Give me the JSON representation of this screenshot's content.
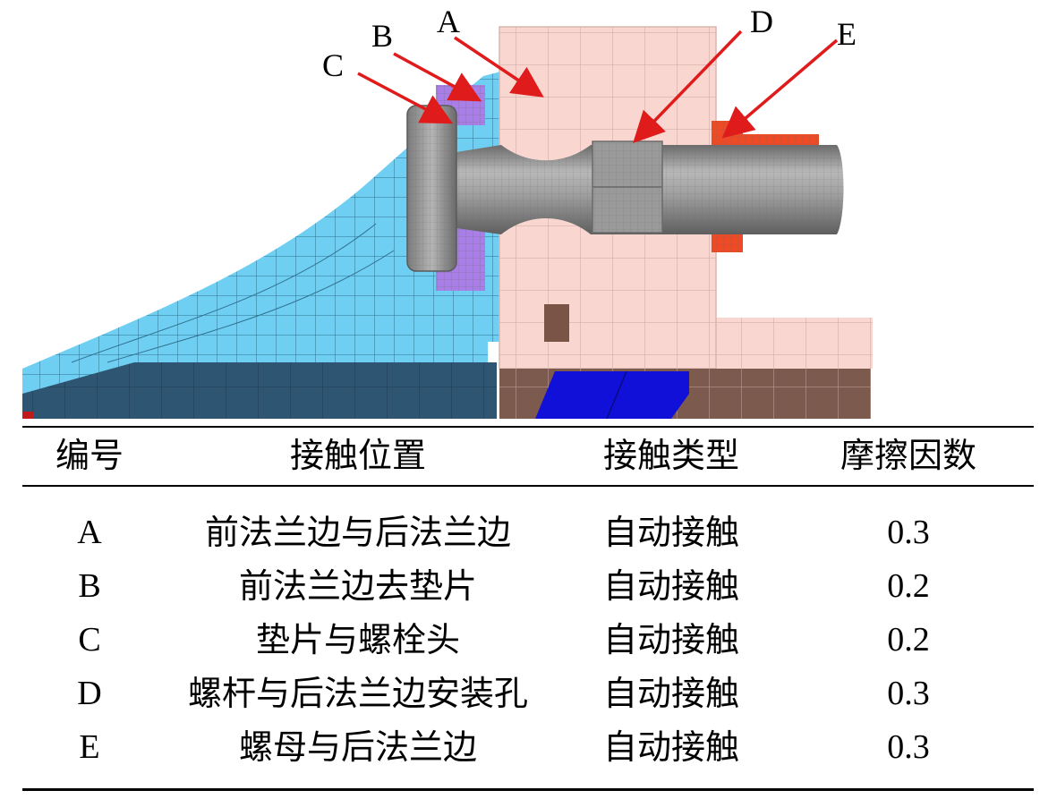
{
  "figure": {
    "callouts": [
      {
        "id": "A",
        "label": "A"
      },
      {
        "id": "B",
        "label": "B"
      },
      {
        "id": "C",
        "label": "C"
      },
      {
        "id": "D",
        "label": "D"
      },
      {
        "id": "E",
        "label": "E"
      }
    ],
    "colors": {
      "front_flange": "#6fcff3",
      "rear_flange": "#f9d7d0",
      "washer": "#a97ee8",
      "bolt": "#8d8d8d",
      "nut": "#ee4a25",
      "arrow": "#e01b1b",
      "base_dark": "#2e5571",
      "base_brown": "#7d5a4e",
      "insert_blue": "#1010d8"
    }
  },
  "table": {
    "headers": [
      "编号",
      "接触位置",
      "接触类型",
      "摩擦因数"
    ],
    "rows": [
      {
        "id": "A",
        "position": "前法兰边与后法兰边",
        "type": "自动接触",
        "friction": "0.3"
      },
      {
        "id": "B",
        "position": "前法兰边去垫片",
        "type": "自动接触",
        "friction": "0.2"
      },
      {
        "id": "C",
        "position": "垫片与螺栓头",
        "type": "自动接触",
        "friction": "0.2"
      },
      {
        "id": "D",
        "position": "螺杆与后法兰边安装孔",
        "type": "自动接触",
        "friction": "0.3"
      },
      {
        "id": "E",
        "position": "螺母与后法兰边",
        "type": "自动接触",
        "friction": "0.3"
      }
    ]
  }
}
